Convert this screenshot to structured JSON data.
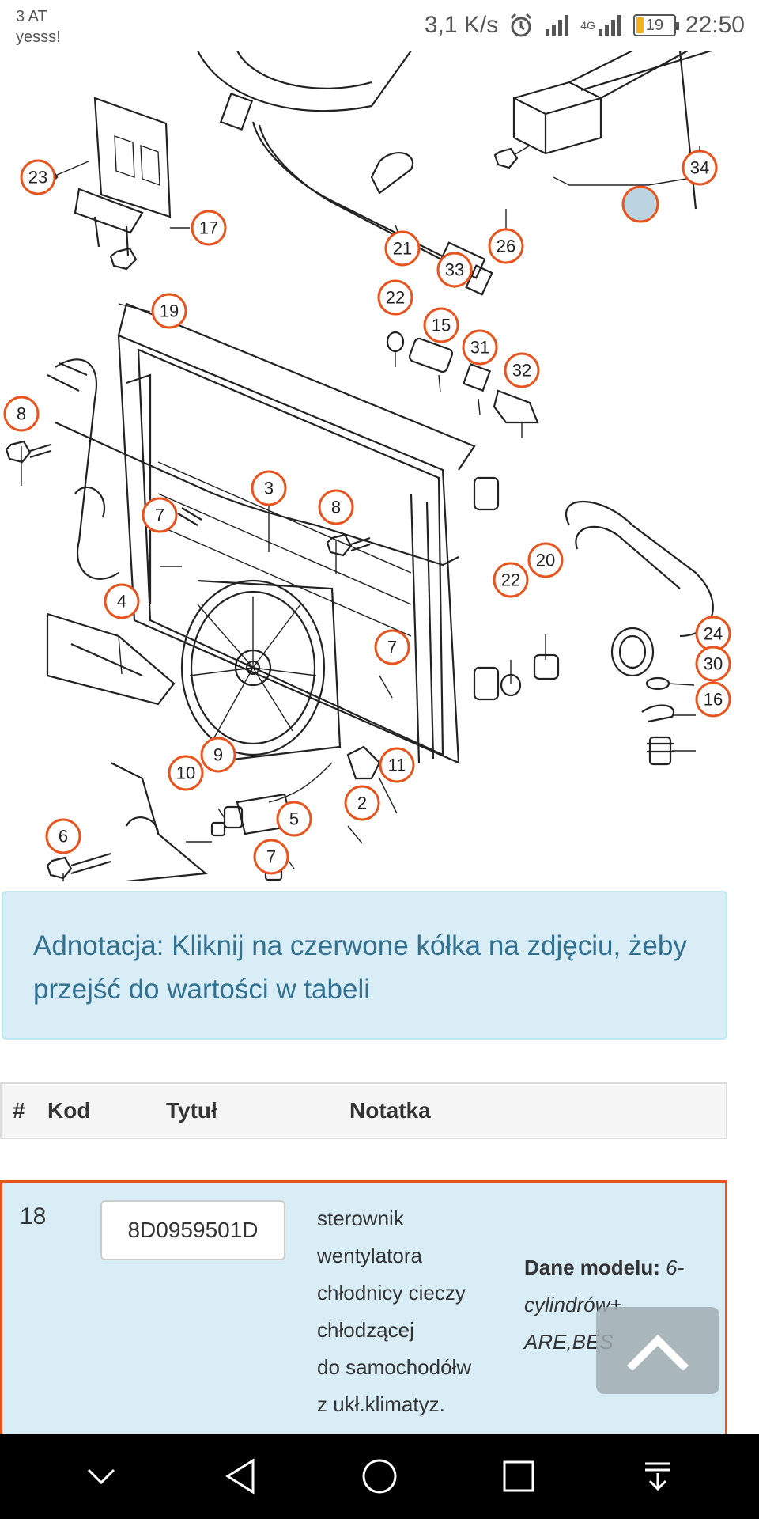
{
  "status_bar": {
    "carrier_line1": "3 AT",
    "carrier_line2": "yesss!",
    "speed": "3,1 K/s",
    "battery": "19",
    "time": "22:50",
    "network": "4G"
  },
  "diagram": {
    "callouts": [
      {
        "label": "23"
      },
      {
        "label": "17"
      },
      {
        "label": "19"
      },
      {
        "label": "21"
      },
      {
        "label": "33"
      },
      {
        "label": "26"
      },
      {
        "label": "34"
      },
      {
        "label": ""
      },
      {
        "label": "22"
      },
      {
        "label": "15"
      },
      {
        "label": "31"
      },
      {
        "label": "32"
      },
      {
        "label": "8"
      },
      {
        "label": "3"
      },
      {
        "label": "7"
      },
      {
        "label": "8"
      },
      {
        "label": "20"
      },
      {
        "label": "22"
      },
      {
        "label": "4"
      },
      {
        "label": "7"
      },
      {
        "label": "24"
      },
      {
        "label": "30"
      },
      {
        "label": "16"
      },
      {
        "label": "9"
      },
      {
        "label": "10"
      },
      {
        "label": "11"
      },
      {
        "label": "5"
      },
      {
        "label": "2"
      },
      {
        "label": "6"
      },
      {
        "label": "7"
      }
    ]
  },
  "annotation": {
    "text": "Adnotacja: Kliknij na czerwone kółka na zdjęciu, żeby przejść do wartości w tabeli"
  },
  "table": {
    "headers": {
      "num": "#",
      "code": "Kod",
      "title": "Tytuł",
      "note": "Notatka"
    },
    "rows": [
      {
        "num": "18",
        "code": "8D0959501D",
        "title_lines": [
          "sterownik",
          "wentylatora",
          "chłodnicy cieczy",
          "chłodzącej",
          "do samochodółw",
          "z ukł.klimatyz."
        ],
        "note_label": "Dane modelu:",
        "note_value": "6-cylindrów+ ARE,BES"
      }
    ]
  },
  "colors": {
    "callout_border": "#e8541e",
    "annotation_bg": "#d9edf7",
    "annotation_text": "#31708f",
    "row_highlight": "#e8541e"
  }
}
